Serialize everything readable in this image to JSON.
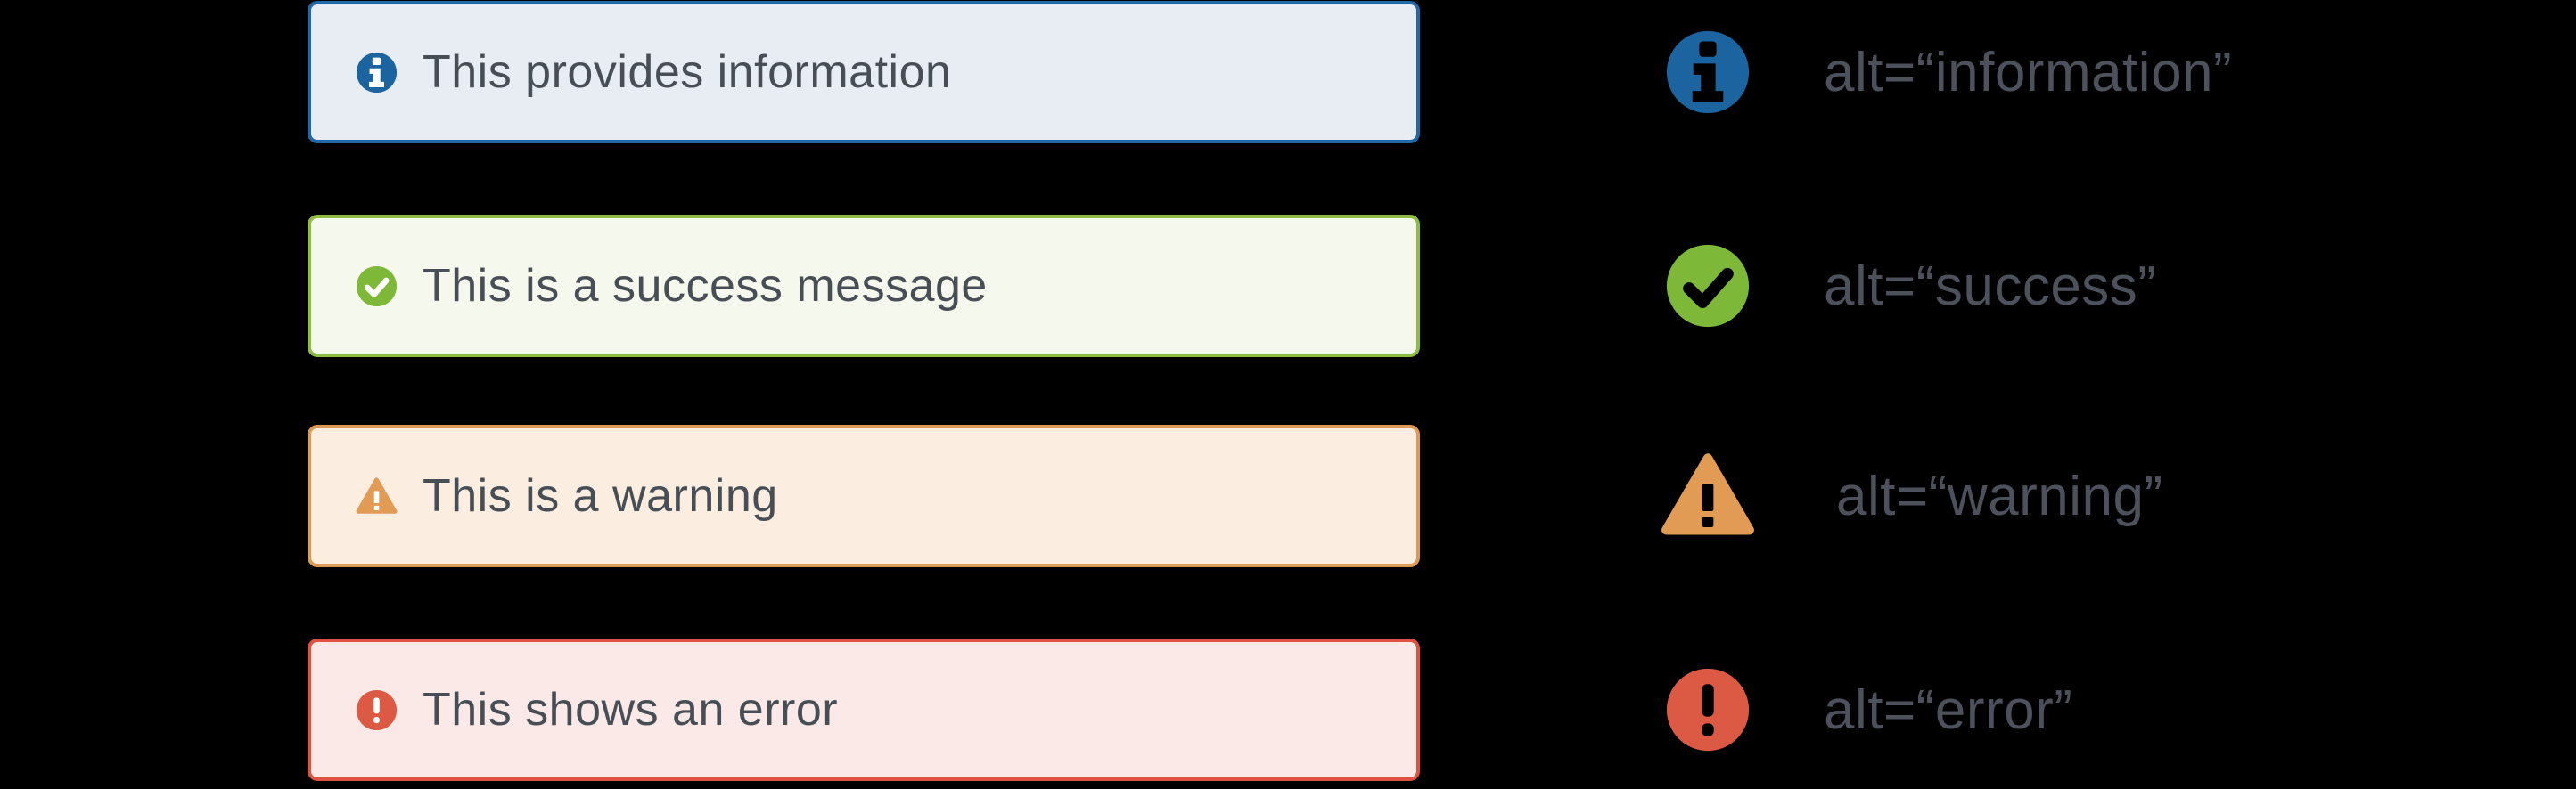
{
  "page": {
    "background_color": "#000000",
    "message_text_color": "#484e55",
    "alt_text_color": "#4c515b"
  },
  "alerts": [
    {
      "severity": "info",
      "message": "This provides information",
      "alt_label": "alt=“information”",
      "icon": "info-circle-icon",
      "border_color": "#2068a8",
      "background_color": "#e8edf4",
      "icon_color": "#1b649f"
    },
    {
      "severity": "success",
      "message": "This is a success message",
      "alt_label": "alt=“success”",
      "icon": "check-circle-icon",
      "border_color": "#8ebe3f",
      "background_color": "#f5f8ec",
      "icon_color": "#7db838"
    },
    {
      "severity": "warning",
      "message": "This is a warning",
      "alt_label": "alt=“warning”",
      "icon": "warning-triangle-icon",
      "border_color": "#dd9a52",
      "background_color": "#fbeee1",
      "icon_color": "#e29b55"
    },
    {
      "severity": "error",
      "message": "This shows an error",
      "alt_label": "alt=“error”",
      "icon": "exclamation-circle-icon",
      "border_color": "#df5240",
      "background_color": "#fae9e6",
      "icon_color": "#dc5944"
    }
  ]
}
